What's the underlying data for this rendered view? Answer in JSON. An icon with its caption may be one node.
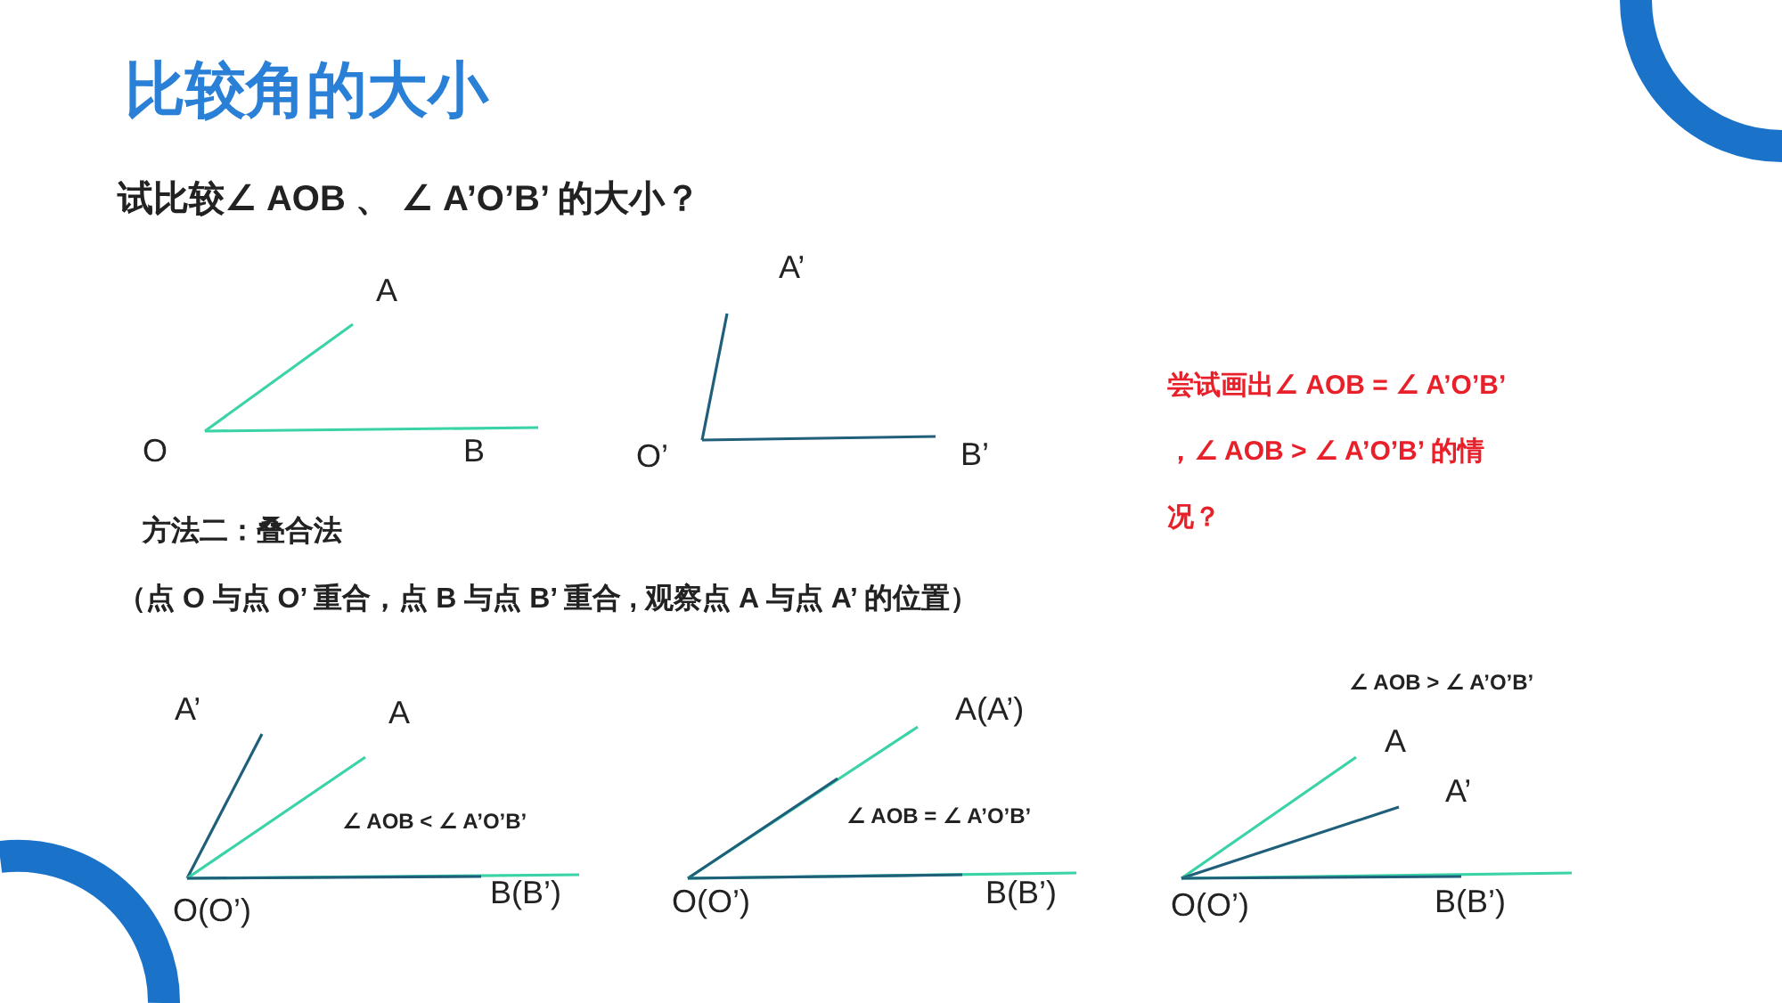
{
  "diagram": {
    "title": "比较角的大小",
    "labels": [
      "试比较∠ AOB 、 ∠ A’O’B’ 的大小？",
      "A",
      "A’",
      "尝试画出∠ AOB = ∠ A’O’B’ ，∠ AOB > ∠ A’O’B’ 的情况？",
      "O",
      "B",
      "O’",
      "B’",
      "方法二：叠合法",
      "（点 O 与点 O’ 重合，点 B 与点 B’ 重合 , 观察点 A 与点 A’ 的位置）",
      "∠ AOB > ∠ A’O’B’",
      "A’",
      "A",
      "A(A’)",
      "A",
      "∠ AOB < ∠ A’O’B’",
      "∠ AOB = ∠ A’O’B’",
      "A’",
      "O(O’)",
      "B(B’)",
      "O(O’)",
      "B(B’)",
      "O(O’)",
      "B(B’)"
    ]
  }
}
